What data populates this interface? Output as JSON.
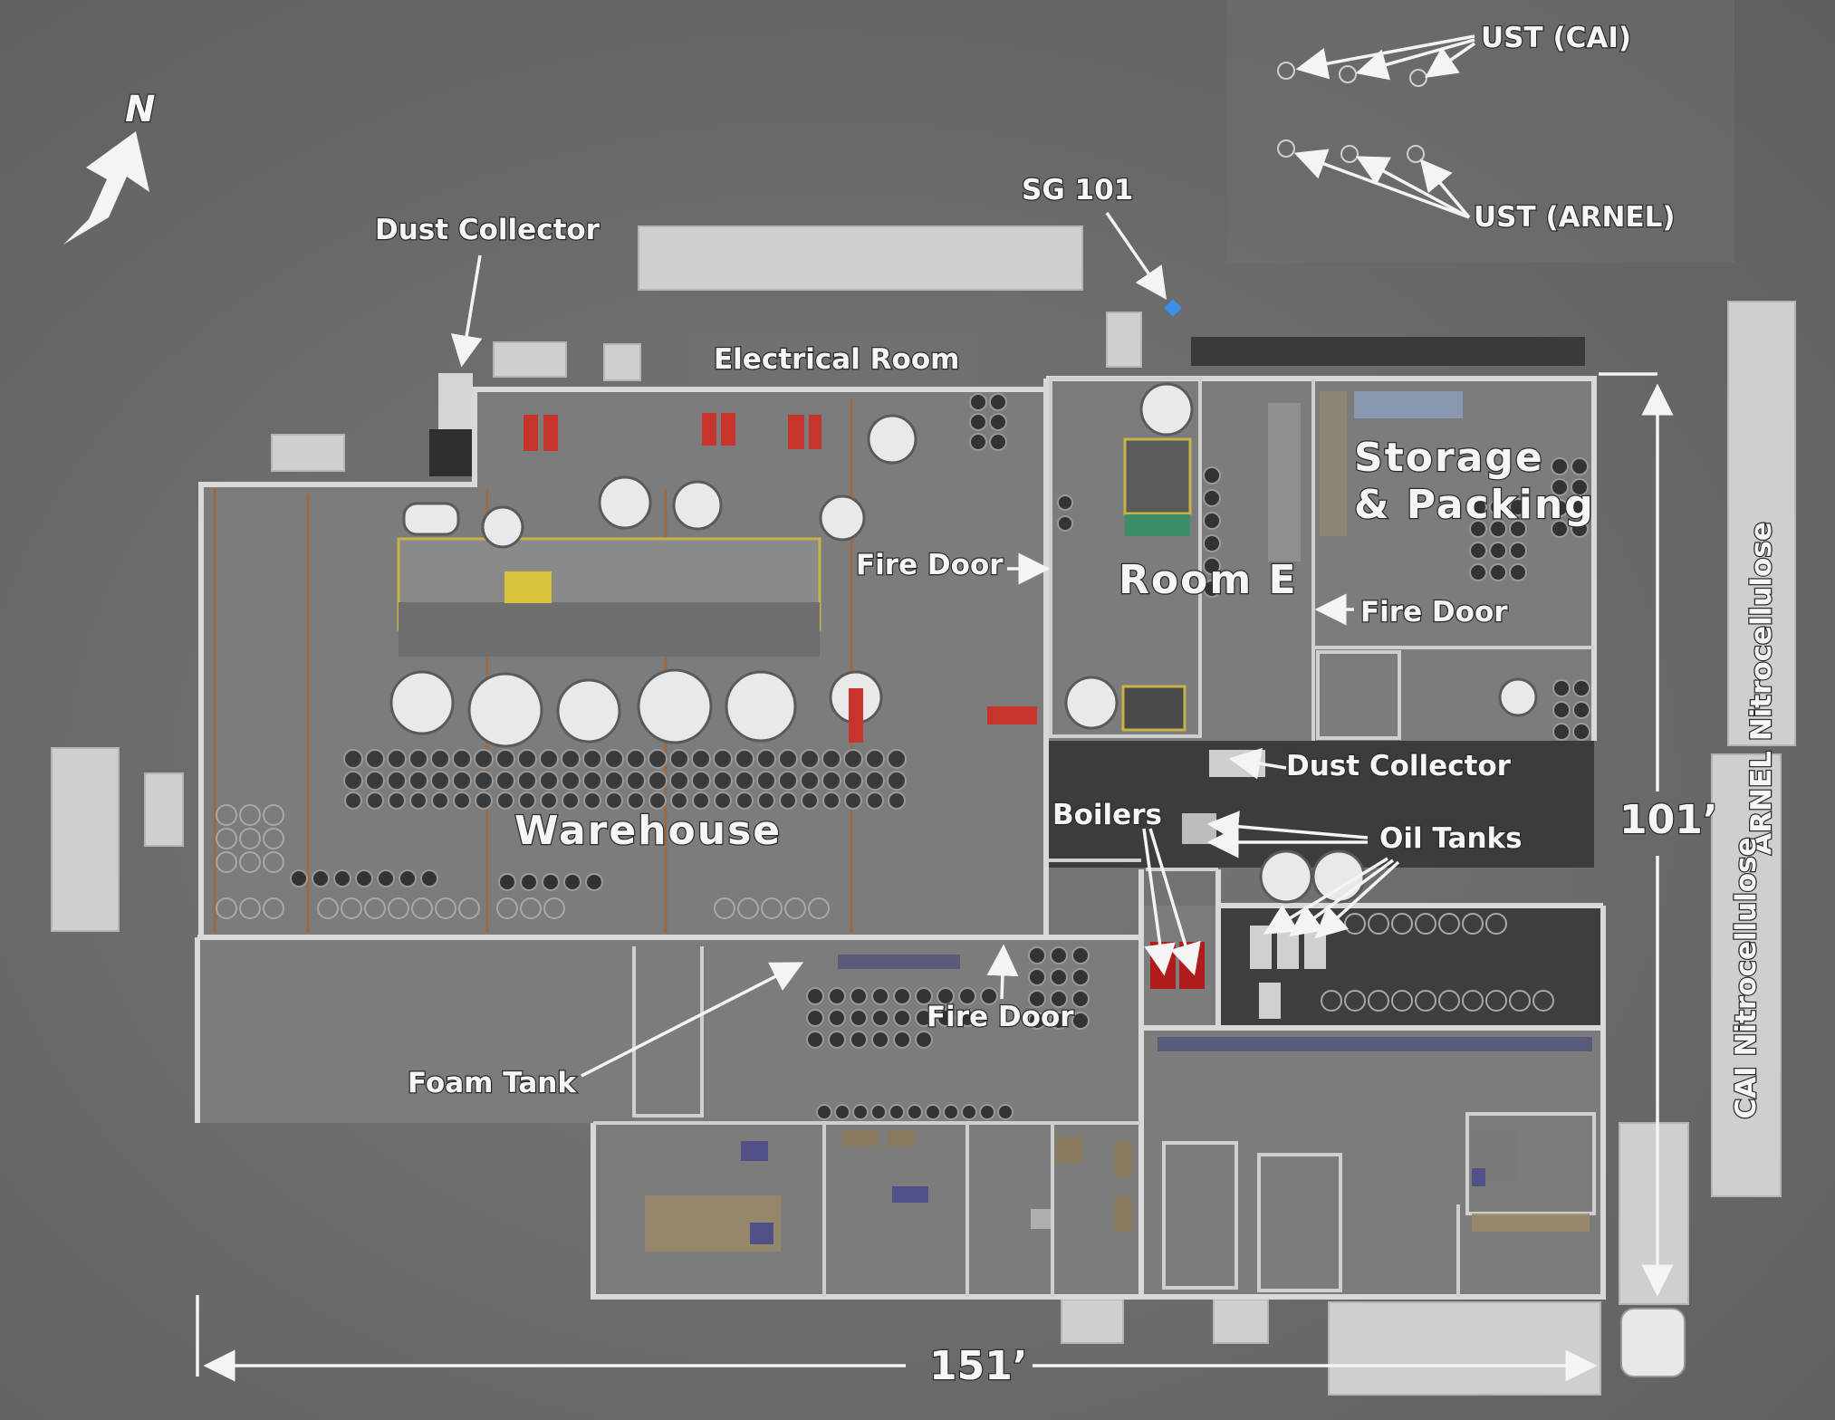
{
  "labels": {
    "north": "N",
    "dust_collector_nw": "Dust Collector",
    "electrical_room": "Electrical Room",
    "sg101": "SG 101",
    "ust_cai": "UST (CAI)",
    "ust_arnel": "UST (ARNEL)",
    "storage_packing_1": "Storage",
    "storage_packing_2": "& Packing",
    "room_e": "Room E",
    "fire_door_1": "Fire Door",
    "fire_door_2": "Fire Door",
    "fire_door_3": "Fire Door",
    "dust_collector_e": "Dust Collector",
    "boilers": "Boilers",
    "oil_tanks": "Oil Tanks",
    "warehouse": "Warehouse",
    "foam_tank": "Foam Tank",
    "arnel_nitro": "ARNEL Nitrocellulose",
    "cai_nitro": "CAI Nitrocellulose",
    "dim_vertical": "101’",
    "dim_horizontal": "151’"
  },
  "colors": {
    "background": "#6b6b6b",
    "wall": "#d9d9d9",
    "label_text": "#f6f6f6",
    "sg101_marker": "#3a8fe8",
    "boiler_red": "#b01c1c"
  }
}
